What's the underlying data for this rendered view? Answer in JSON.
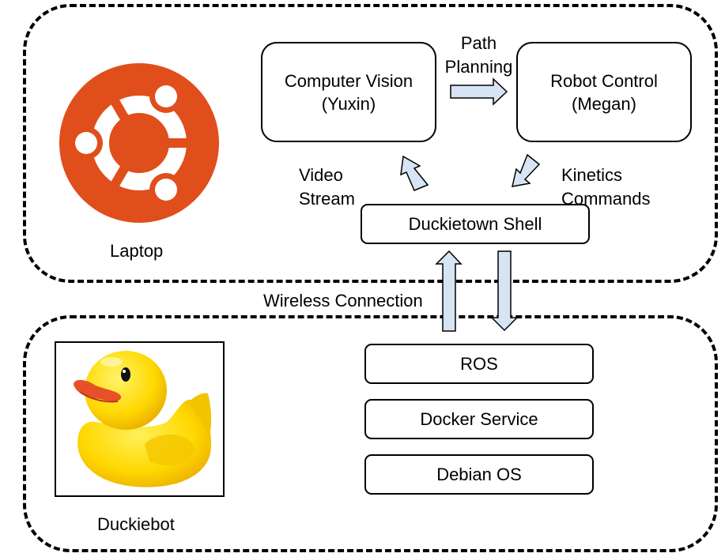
{
  "laptop": {
    "label": "Laptop",
    "logo_color": "#E04E1C",
    "computer_vision": {
      "line1": "Computer Vision",
      "line2": "(Yuxin)"
    },
    "robot_control": {
      "line1": "Robot Control",
      "line2": "(Megan)"
    },
    "path_planning": {
      "line1": "Path",
      "line2": "Planning"
    },
    "video_stream": {
      "line1": "Video",
      "line2": "Stream"
    },
    "kinetics_commands": {
      "line1": "Kinetics",
      "line2": "Commands"
    },
    "shell_label": "Duckietown Shell"
  },
  "wireless_label": "Wireless Connection",
  "duckiebot": {
    "label": "Duckiebot",
    "stack": [
      "ROS",
      "Docker Service",
      "Debian OS"
    ]
  },
  "colors": {
    "arrow_fill": "#D6E4F3",
    "arrow_stroke": "#000000",
    "duck_yellow": "#FFD800",
    "duck_beak": "#E8502A"
  }
}
